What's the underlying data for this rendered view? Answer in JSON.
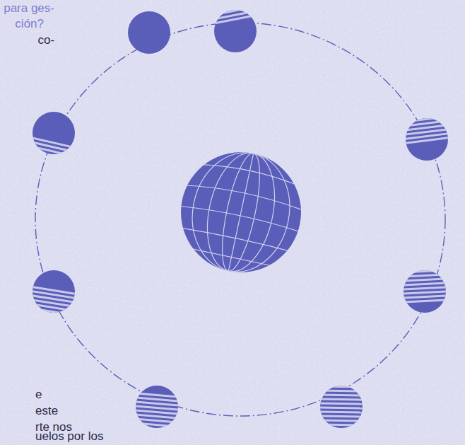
{
  "diagram": {
    "labels": [
      "para ges-",
      "ción?",
      "co-",
      "e",
      "este",
      "rte nos",
      "uelos por los"
    ]
  }
}
